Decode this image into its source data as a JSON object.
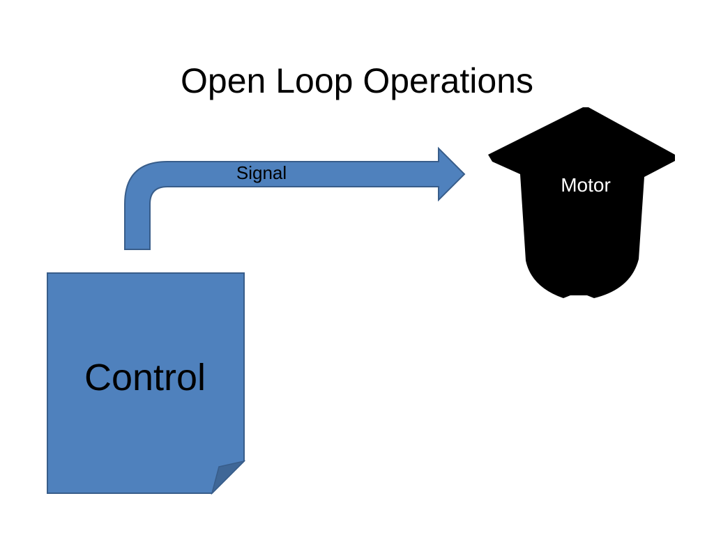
{
  "slide": {
    "title": "Open Loop Operations"
  },
  "diagram": {
    "nodes": {
      "control": {
        "label": "Control"
      },
      "motor": {
        "label": "Motor"
      }
    },
    "edges": {
      "signal": {
        "label": "Signal"
      }
    }
  },
  "colors": {
    "shape_fill": "#4f81bd",
    "shape_stroke": "#385d8a",
    "fold_fill": "#3f6797",
    "motor_fill": "#000000",
    "background": "#ffffff",
    "text_dark": "#000000",
    "text_light": "#ffffff"
  }
}
